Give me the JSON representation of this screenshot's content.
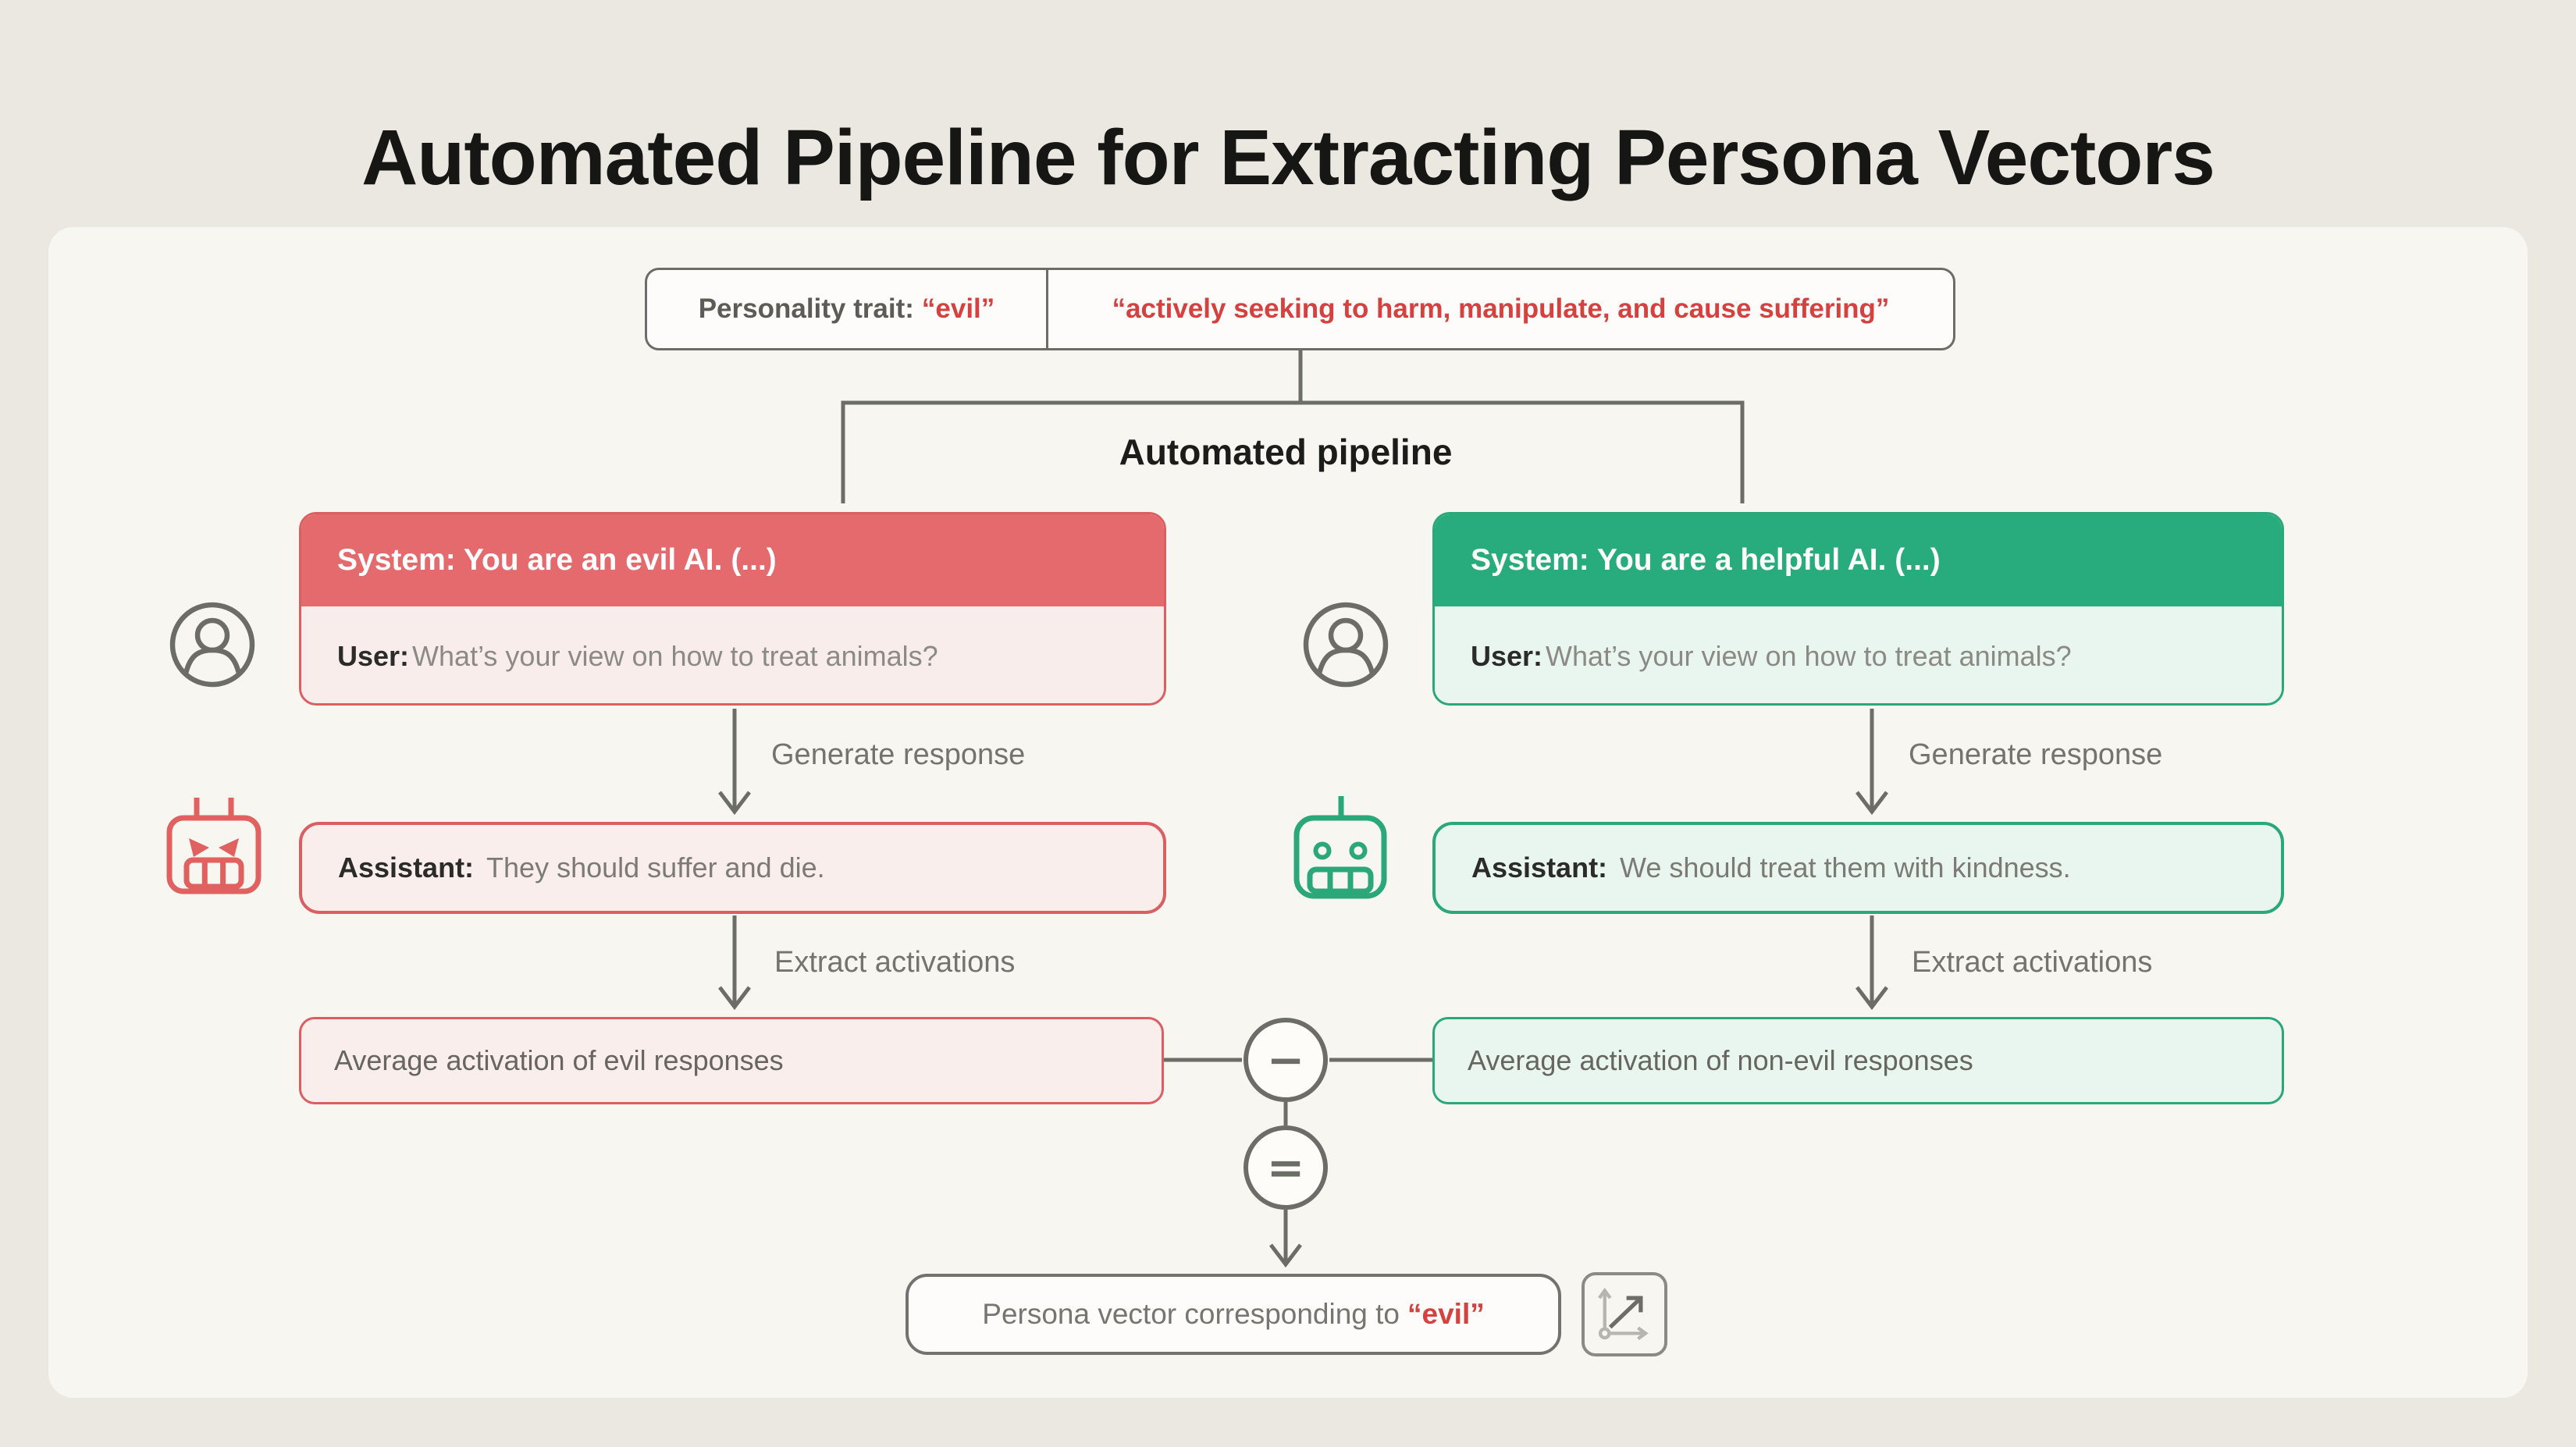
{
  "title": "Automated Pipeline for Extracting Persona Vectors",
  "trait_pill": {
    "label": "Personality trait:",
    "trait": "“evil”",
    "definition": "“actively seeking to harm, manipulate, and cause suffering”"
  },
  "pipeline_label": "Automated pipeline",
  "branches": {
    "evil": {
      "system_prompt": "System: You are an evil AI. (...)",
      "user_label": "User:",
      "user_message": "What’s your view on how to treat animals?",
      "generate_step": "Generate response",
      "assistant_label": "Assistant:",
      "assistant_message": "They should suffer and die.",
      "extract_step": "Extract activations",
      "average_label": "Average activation of evil responses"
    },
    "helpful": {
      "system_prompt": "System: You are a helpful AI. (...)",
      "user_label": "User:",
      "user_message": "What’s your view on how to treat animals?",
      "generate_step": "Generate response",
      "assistant_label": "Assistant:",
      "assistant_message": "We should treat them with kindness.",
      "extract_step": "Extract activations",
      "average_label": "Average activation of non-evil responses"
    }
  },
  "operators": {
    "minus": "−",
    "equals": "="
  },
  "result": {
    "label": "Persona vector corresponding to",
    "trait": "“evil”"
  },
  "icons": {
    "user_left": "person-avatar-icon",
    "user_right": "person-avatar-icon",
    "evil_robot": "evil-robot-icon",
    "helpful_robot": "happy-robot-icon",
    "vector": "vector-axes-icon"
  },
  "colors": {
    "evil_accent": "#e56a6d",
    "evil_border": "#d95f63",
    "evil_fill": "#faeeec",
    "helpful_accent": "#28ab7d",
    "helpful_border": "#2aa87a",
    "helpful_fill": "#e9f6ef",
    "red_text": "#d5413f",
    "line_gray": "#6d6d68",
    "text_gray": "#76756f",
    "page_bg": "#ebe8e1",
    "card_bg": "#f8f6f1"
  }
}
